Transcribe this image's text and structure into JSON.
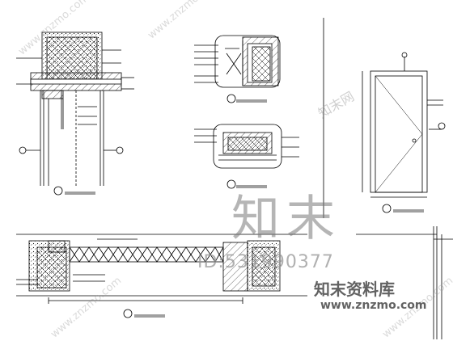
{
  "watermark": {
    "big": "知末",
    "id": "ID:531990377",
    "brand": "知末资料库",
    "url": "www.znzmo.com",
    "site": "知末网",
    "diag": "www.znzmo.com"
  }
}
